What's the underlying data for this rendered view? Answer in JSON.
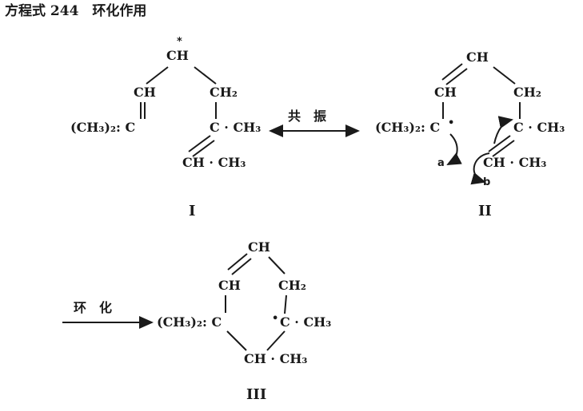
{
  "title": "方程式 244　环化作用",
  "structure_I": {
    "star": "*",
    "ch_top": "CH",
    "ch_left": "CH",
    "c_left": "(CH₃)₂: C",
    "ch2": "CH₂",
    "c_ch3": "C · CH₃",
    "ch_ch3": "CH · CH₃",
    "numeral": "I"
  },
  "resonance_label": "共　振",
  "structure_II": {
    "ch_top": "CH",
    "ch_left": "CH",
    "c_left": "(CH₃)₂: C",
    "radical": "•",
    "ch2": "CH₂",
    "c_ch3": "C · CH₃",
    "ch_ch3": "CH · CH₃",
    "arrow_a": "a",
    "arrow_b": "b",
    "numeral": "II"
  },
  "cyclization_label": "环　化",
  "structure_III": {
    "ch_top": "CH",
    "ch_left": "CH",
    "c_left": "(CH₃)₂: C",
    "ch2": "CH₂",
    "radical": "•",
    "c_ch3": "C · CH₃",
    "ch_bottom": "CH · CH₃",
    "numeral": "III"
  }
}
